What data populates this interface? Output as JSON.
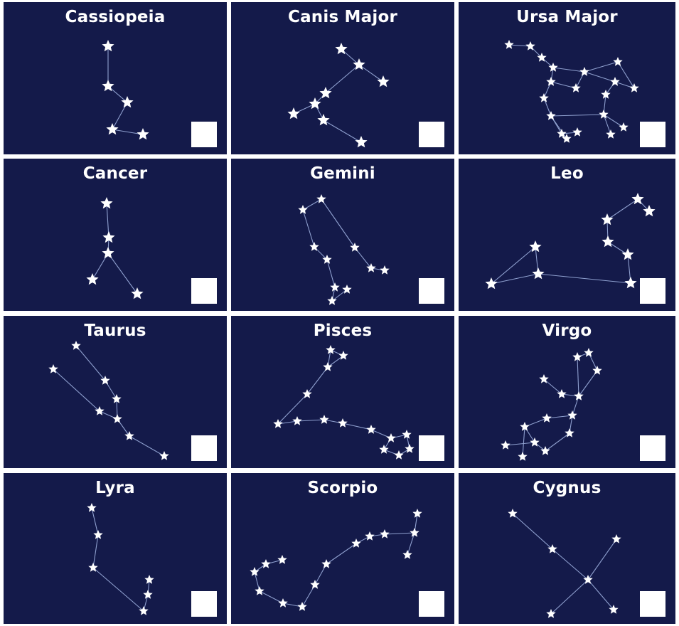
{
  "colors": {
    "card_background": "#141a4a",
    "page_background": "#ffffff",
    "star": "#ffffff",
    "line": "#8fa0cf",
    "checkbox": "#ffffff"
  },
  "icons": {
    "star": "star-icon",
    "answer_box": "empty-square-checkbox"
  },
  "constellations": [
    {
      "name": "Cassiopeia",
      "checked": false
    },
    {
      "name": "Canis Major",
      "checked": false
    },
    {
      "name": "Ursa Major",
      "checked": false
    },
    {
      "name": "Cancer",
      "checked": false
    },
    {
      "name": "Gemini",
      "checked": false
    },
    {
      "name": "Leo",
      "checked": false
    },
    {
      "name": "Taurus",
      "checked": false
    },
    {
      "name": "Pisces",
      "checked": false
    },
    {
      "name": "Virgo",
      "checked": false
    },
    {
      "name": "Lyra",
      "checked": false
    },
    {
      "name": "Scorpio",
      "checked": false
    },
    {
      "name": "Cygnus",
      "checked": false
    }
  ]
}
